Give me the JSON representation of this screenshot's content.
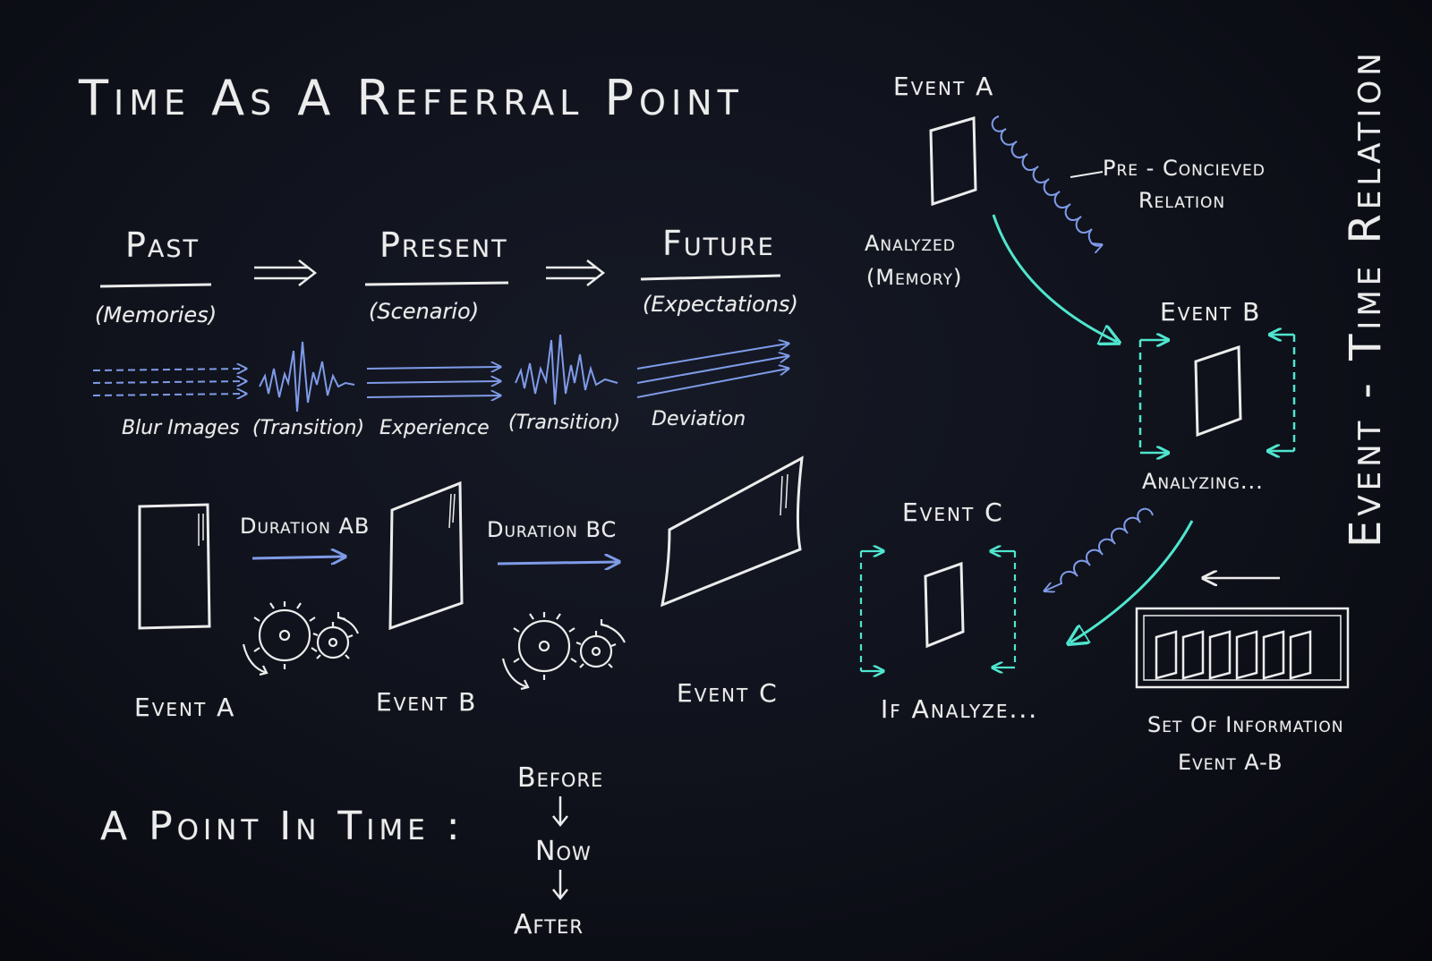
{
  "title": "Time As A Referral Point",
  "timeline": {
    "stages": [
      {
        "heading": "Past",
        "sub": "(Memories)",
        "caption": "Blur Images"
      },
      {
        "heading": "Present",
        "sub": "(Scenario)",
        "caption": "Experience"
      },
      {
        "heading": "Future",
        "sub": "(Expectations)",
        "caption": "Deviation"
      }
    ],
    "transitions": [
      "(Transition)",
      "(Transition)"
    ]
  },
  "events_row": {
    "events": [
      "Event A",
      "Event B",
      "Event C"
    ],
    "durations": [
      "Duration AB",
      "Duration BC"
    ]
  },
  "point_in_time": {
    "label": "A Point In Time :",
    "sequence": [
      "Before",
      "Now",
      "After"
    ]
  },
  "relation": {
    "vertical_title": "Event - Time Relation",
    "event_a": "Event A",
    "event_b": "Event B",
    "event_c": "Event C",
    "preconceived_line1": "Pre - Concieved",
    "preconceived_line2": "Relation",
    "analyzed_line1": "Analyzed",
    "analyzed_line2": "(Memory)",
    "analyzing": "Analyzing...",
    "if_analyze": "If Analyze...",
    "set_info_line1": "Set Of Information",
    "set_info_line2": "Event A-B"
  },
  "colors": {
    "chalk": "#ececec",
    "blue_chalk": "#7f9be8",
    "cyan_chalk": "#4fe6cf",
    "board": "#0e1019"
  }
}
